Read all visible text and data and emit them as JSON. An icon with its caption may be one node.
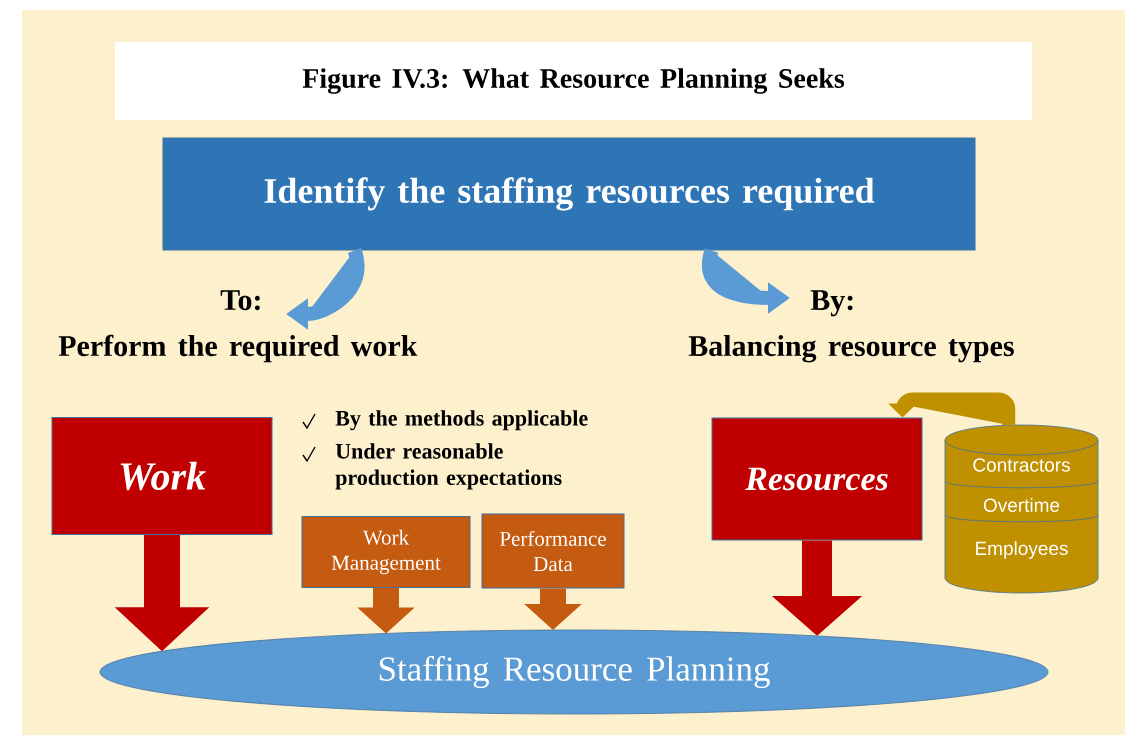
{
  "diagram": {
    "title": "Figure IV.3: What Resource Planning Seeks",
    "nodes": [
      {
        "text": [
          "Identify the staffing resources required"
        ]
      },
      {
        "text": [
          "To:",
          "Perform the required work"
        ]
      },
      {
        "text": [
          "By:",
          "Balancing resource types"
        ]
      },
      {
        "text": [
          "Work"
        ]
      },
      {
        "text": [
          "Work Management"
        ]
      },
      {
        "text": [
          "Performance Data"
        ]
      },
      {
        "text": [
          "Resources"
        ]
      },
      {
        "text": [
          "Contractors",
          "Overtime",
          "Employees"
        ]
      },
      {
        "text": [
          "Staffing Resource Planning"
        ]
      }
    ],
    "edges": [
      {
        "from": 0,
        "to": 1,
        "arrow": "to",
        "color": "#5b9bd5"
      },
      {
        "from": 0,
        "to": 2,
        "arrow": "to",
        "color": "#5b9bd5"
      },
      {
        "from": 3,
        "to": 8,
        "arrow": "to",
        "color": "#c00000"
      },
      {
        "from": 4,
        "to": 8,
        "arrow": "to",
        "color": "#c55a11"
      },
      {
        "from": 5,
        "to": 8,
        "arrow": "to",
        "color": "#c55a11"
      },
      {
        "from": 6,
        "to": 8,
        "arrow": "to",
        "color": "#c00000"
      },
      {
        "from": 7,
        "to": 6,
        "arrow": "to",
        "color": "#bf9000"
      }
    ],
    "labels": [
      "By the methods applicable",
      "Under reasonable production expectations"
    ]
  }
}
